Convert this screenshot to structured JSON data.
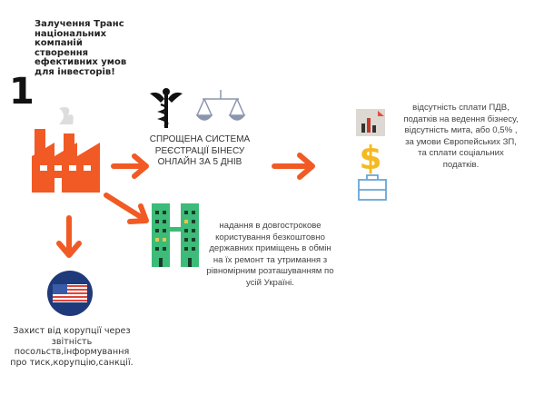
{
  "step_number": "1",
  "title": "Залучення Транс національних компаній створення ефективних умов для інвесторів!",
  "registration_text": "СПРОЩЕНА СИСТЕМА РЕЄСТРАЦІЇ БІНЕСУ ОНЛАЙН  ЗА 5 ДНІВ",
  "tax_text": "відсутність сплати ПДВ, податків на ведення бізнесу, відсутність мита, або 0,5% ,  за умови Європейських ЗП, та сплати  соціальних податків.",
  "premises_text": "надання в довгострокове користування безкоштовно державних  приміщень в обмін на їх ремонт та утримання з рівномірним розташуванням по усій Україні.",
  "corruption_text": "Захист від корупції через звітність посольств,інформування про тиск,корупцію,санкції.",
  "colors": {
    "accent": "#f15a24",
    "green": "#3dbb78",
    "navy": "#1f3a7a"
  }
}
